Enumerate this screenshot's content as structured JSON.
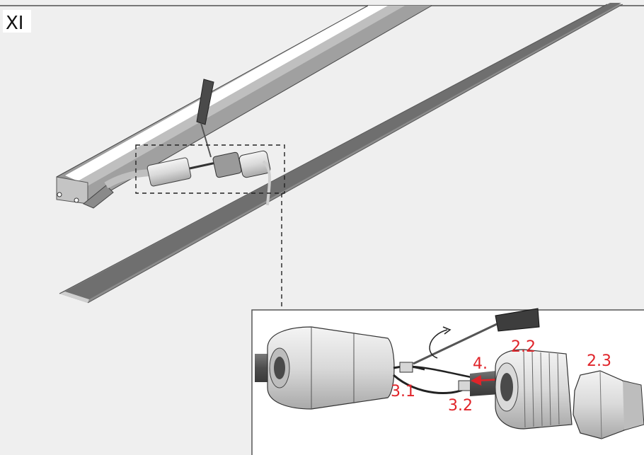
{
  "section": {
    "label": "XI"
  },
  "detail": {
    "steps": [
      {
        "id": "s22",
        "label": "2.2"
      },
      {
        "id": "s23",
        "label": "2.3"
      },
      {
        "id": "s4",
        "label": "4."
      },
      {
        "id": "s31",
        "label": "3.1"
      },
      {
        "id": "s32",
        "label": "3.2"
      }
    ]
  },
  "colors": {
    "background": "#efefef",
    "step_text": "#e0242a",
    "profile": "#9c9c9c",
    "profile_dark": "#7d7d7d",
    "cable": "#5a5a5a"
  }
}
